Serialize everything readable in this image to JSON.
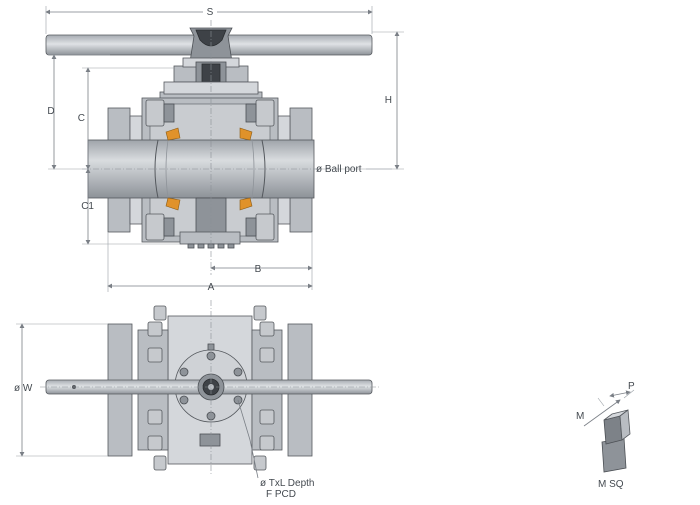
{
  "labels": {
    "s": "S",
    "h": "H",
    "d": "D",
    "c": "C",
    "c1": "C1",
    "ball_port": "ø Ball port",
    "b": "B",
    "a": "A",
    "w": "ø W",
    "p": "P",
    "m": "M",
    "msq": "M SQ",
    "txl_depth": "ø TxL Depth",
    "f_pcd": "F PCD"
  },
  "colors": {
    "metal": "#b9bdc2",
    "metal_dark": "#8e9399",
    "seat": "#e0922a",
    "dimension_line": "#7a7f86"
  }
}
